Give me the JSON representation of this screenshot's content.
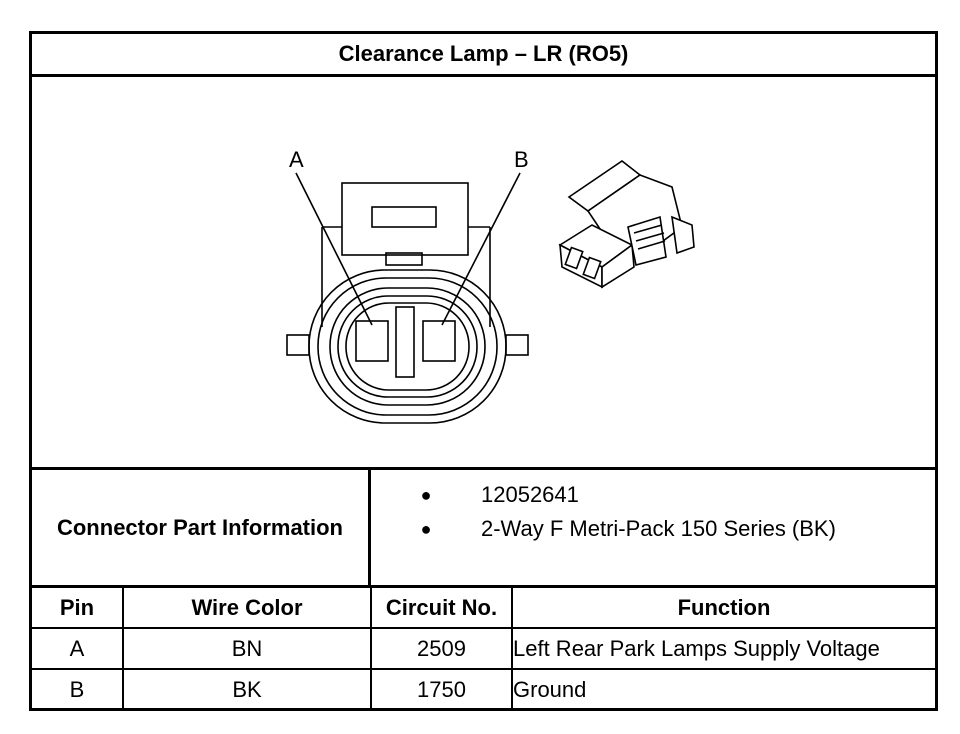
{
  "title": "Clearance Lamp – LR (RO5)",
  "drawing": {
    "pin_labels": [
      "A",
      "B"
    ]
  },
  "connector_info": {
    "label": "Connector Part Information",
    "items": [
      "12052641",
      "2-Way F Metri-Pack 150 Series (BK)"
    ],
    "bullet": "●"
  },
  "pin_table": {
    "headers": [
      "Pin",
      "Wire Color",
      "Circuit No.",
      "Function"
    ],
    "rows": [
      [
        "A",
        "BN",
        "2509",
        "Left Rear Park Lamps Supply Voltage"
      ],
      [
        "B",
        "BK",
        "1750",
        "Ground"
      ]
    ]
  }
}
